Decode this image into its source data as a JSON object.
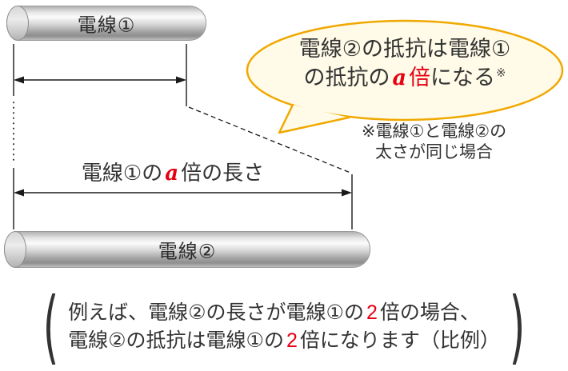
{
  "diagram": {
    "wire1_label": "電線①",
    "wire2_label": "電線②",
    "length_label": {
      "pre": "電線①の",
      "var": "a",
      "post": "倍の長さ"
    }
  },
  "bubble": {
    "line1": "電線②の抵抗は電線①",
    "line2_pre": "の抵抗の",
    "var": "a",
    "var_unit": "倍",
    "line2_post": "になる",
    "ref_mark": "※"
  },
  "note": {
    "line1": "※電線①と電線②の",
    "line2": "太さが同じ場合"
  },
  "example": {
    "paren_open": "(",
    "paren_close": ")",
    "line1_pre": "例えば、電線②の長さが電線①の",
    "line1_num": "2",
    "line1_post": "倍の場合、",
    "line2_pre": "電線②の抵抗は電線①の",
    "line2_num": "2",
    "line2_post": "倍になります（比例）"
  },
  "colors": {
    "accent_red": "#e60012",
    "bubble_border": "#f0a800",
    "bubble_fill": "#fffbe8"
  }
}
